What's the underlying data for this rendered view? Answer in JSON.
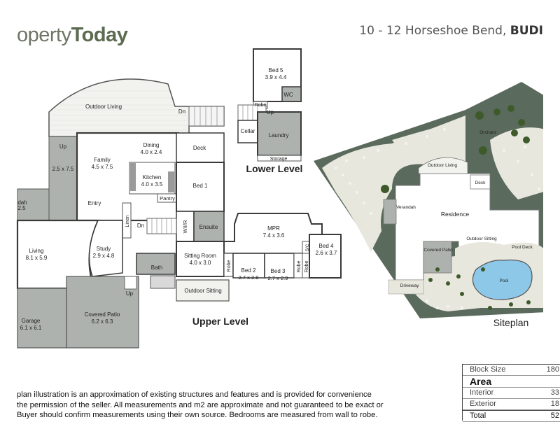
{
  "header": {
    "brand_light": "operty",
    "brand_bold": "Today",
    "address_light": "10 - 12 Horseshoe Bend, ",
    "address_bold": "BUDI"
  },
  "plan": {
    "upper_level_title": "Upper Level",
    "lower_level_title": "Lower Level",
    "siteplan_title": "Siteplan",
    "rooms": {
      "outdoor_living": "Outdoor Living",
      "dn_top": "Dn",
      "deck": "Deck",
      "up_left": "Up",
      "area_2_5x7_5": "2.5 x 7.5",
      "family_name": "Family",
      "family_size": "4.5 x 7.5",
      "dining_name": "Dining",
      "dining_size": "4.0 x 2.4",
      "kitchen_name": "Kitchen",
      "kitchen_size": "4.0 x 3.5",
      "bed1": "Bed 1",
      "pantry": "Pantry",
      "entry": "Entry",
      "verandah_partial": "dah",
      "verandah_size": "2.5",
      "linen": "Linen",
      "dn_mid": "Dn",
      "wir": "W/I/R",
      "ensuite": "Ensuite",
      "mpr_name": "MPR",
      "mpr_size": "7.4 x 3.6",
      "living_name": "Living",
      "living_size": "8.1 x 5.9",
      "study_name": "Study",
      "study_size": "2.9 x 4.8",
      "bath": "Bath",
      "sitting_name": "Sitting Room",
      "sitting_size": "4.0 x 3.0",
      "robe1": "Robe",
      "bed2_name": "Bed 2",
      "bed2_size": "2.7 x 2.9",
      "bed3_name": "Bed 3",
      "bed3_size": "2.7 x 2.9",
      "robe2": "Robe",
      "robe3": "Robe",
      "sc": "S/C",
      "bed4_name": "Bed 4",
      "bed4_size": "2.6 x 3.7",
      "up_bottom": "Up",
      "outdoor_sitting": "Outdoor Sitting",
      "garage_name": "Garage",
      "garage_size": "6.1 x 6.1",
      "covered_patio_name": "Covered Patio",
      "covered_patio_size": "6.2 x 6.3"
    },
    "lower": {
      "bed5_name": "Bed 5",
      "bed5_size": "3.9 x 4.4",
      "wc": "WC",
      "robe": "Robe",
      "up": "Up",
      "cellar": "Cellar",
      "laundry": "Laundry",
      "storage": "Storage"
    },
    "site": {
      "outdoor_living": "Outdoor Living",
      "orchard": "Orchard",
      "deck": "Deck",
      "verandah": "Verandah",
      "residence": "Residence",
      "covered_patio": "Covered Patio",
      "outdoor_sitting": "Outdoor Sitting",
      "pool_deck": "Pool Deck",
      "pool": "Pool",
      "driveway": "Driveway"
    }
  },
  "disclaimer": [
    "plan illustration is an approximation of existing structures and features and is provided for convenience",
    "the permission of the seller. All measurements and m2 are approximate and not guaranteed to be exact or",
    "Buyer should confirm measurements using their own source. Bedrooms are measured from wall to robe."
  ],
  "area_table": {
    "block_size_label": "Block Size",
    "block_size_value": "180",
    "area_heading": "Area",
    "interior_label": "Interior",
    "interior_value": "33",
    "exterior_label": "Exterior",
    "exterior_value": "18",
    "total_label": "Total",
    "total_value": "52"
  },
  "colors": {
    "brand": "#5c6b4f",
    "wall": "#3a3a3a",
    "tile_gray": "#aeb2ae",
    "lawn": "#e7e7dd",
    "garden": "#5a6a5c",
    "pool": "#8ec8e8"
  }
}
